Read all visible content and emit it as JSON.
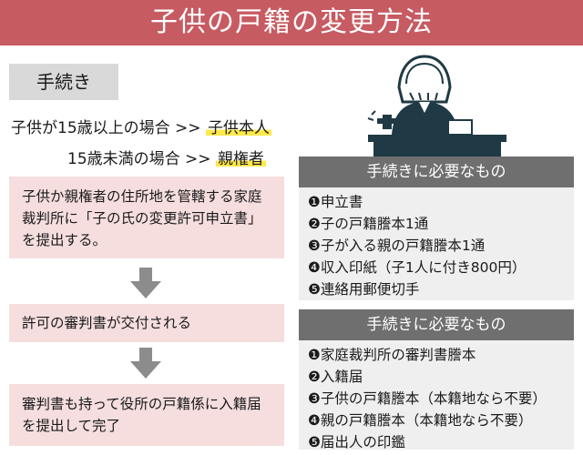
{
  "title": "子供の戸籍の変更方法",
  "procedure_label": "手続き",
  "cases": [
    {
      "condition": "子供が15歳以上の場合 >>",
      "who": "子供本人"
    },
    {
      "condition": "15歳未満の場合 >>",
      "who": "親権者"
    }
  ],
  "steps": [
    {
      "text": "子供か親権者の住所地を管轄する家庭裁判所に「子の氏の変更許可申立書」を提出する。"
    },
    {
      "text": "許可の審判書が交付される"
    },
    {
      "text": "審判書も持って役所の戸籍係に入籍届を提出して完了"
    }
  ],
  "panels": [
    {
      "header": "手続きに必要なもの",
      "items": [
        "❶申立書",
        "❷子の戸籍謄本1通",
        "❸子が入る親の戸籍謄本1通",
        "❹収入印紙（子1人に付き800円）",
        "❺連絡用郵便切手"
      ]
    },
    {
      "header": "手続きに必要なもの",
      "items": [
        "❶家庭裁判所の審判書謄本",
        "❷入籍届",
        "❸子供の戸籍謄本（本籍地なら不要）",
        "❹親の戸籍謄本（本籍地なら不要）",
        "❺届出人の印鑑"
      ]
    }
  ],
  "colors": {
    "banner": "#c75b62",
    "step_bg": "#f6dede",
    "panel_header": "#6f6f6f",
    "panel_bg": "#efefef",
    "highlight": "#ffe84a",
    "illustration": "#1f3a44"
  },
  "icons": {
    "arrow": "down-arrow-icon",
    "illustration": "judge-illustration"
  }
}
